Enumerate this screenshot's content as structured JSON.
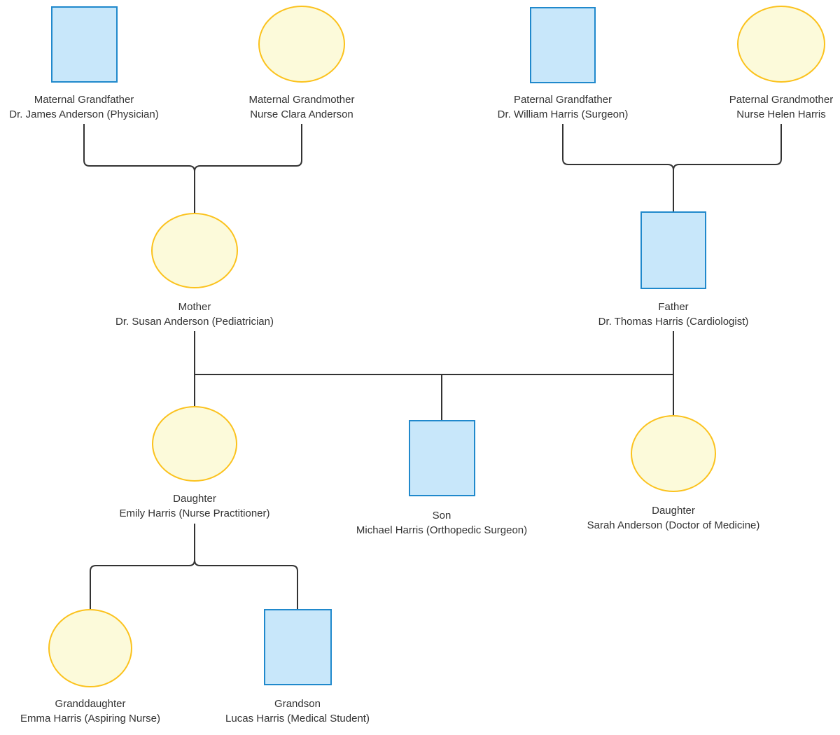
{
  "diagram_type": "family-tree-genogram",
  "colors": {
    "male_node_fill": "#C8E7FA",
    "male_node_stroke": "#2089CC",
    "female_node_fill": "#FCFADA",
    "female_node_stroke": "#FBC21D",
    "edge_line": "#333333",
    "label_text": "#333333",
    "background": "#ffffff"
  },
  "shape_legend": {
    "square": "male",
    "circle": "female"
  },
  "people": [
    {
      "id": "maternal-grandfather",
      "role": "Maternal Grandfather",
      "name": "Dr. James Anderson (Physician)",
      "shape": "square"
    },
    {
      "id": "maternal-grandmother",
      "role": "Maternal Grandmother",
      "name": "Nurse Clara Anderson",
      "shape": "circle"
    },
    {
      "id": "paternal-grandfather",
      "role": "Paternal Grandfather",
      "name": "Dr. William Harris (Surgeon)",
      "shape": "square"
    },
    {
      "id": "paternal-grandmother",
      "role": "Paternal Grandmother",
      "name": "Nurse Helen Harris",
      "shape": "circle"
    },
    {
      "id": "mother",
      "role": "Mother",
      "name": "Dr. Susan Anderson (Pediatrician)",
      "shape": "circle"
    },
    {
      "id": "father",
      "role": "Father",
      "name": "Dr. Thomas Harris (Cardiologist)",
      "shape": "square"
    },
    {
      "id": "daughter-emily",
      "role": "Daughter",
      "name": "Emily Harris (Nurse Practitioner)",
      "shape": "circle"
    },
    {
      "id": "son-michael",
      "role": "Son",
      "name": "Michael Harris (Orthopedic Surgeon)",
      "shape": "square"
    },
    {
      "id": "daughter-sarah",
      "role": "Daughter",
      "name": "Sarah Anderson (Doctor of Medicine)",
      "shape": "circle"
    },
    {
      "id": "granddaughter-emma",
      "role": "Granddaughter",
      "name": "Emma Harris (Aspiring Nurse)",
      "shape": "circle"
    },
    {
      "id": "grandson-lucas",
      "role": "Grandson",
      "name": "Lucas Harris (Medical Student)",
      "shape": "square"
    }
  ],
  "relationships": [
    {
      "parents": [
        "maternal-grandfather",
        "maternal-grandmother"
      ],
      "children": [
        "mother"
      ]
    },
    {
      "parents": [
        "paternal-grandfather",
        "paternal-grandmother"
      ],
      "children": [
        "father"
      ]
    },
    {
      "parents": [
        "mother",
        "father"
      ],
      "children": [
        "daughter-emily",
        "son-michael",
        "daughter-sarah"
      ]
    },
    {
      "parents": [
        "daughter-emily"
      ],
      "children": [
        "granddaughter-emma",
        "grandson-lucas"
      ]
    }
  ]
}
